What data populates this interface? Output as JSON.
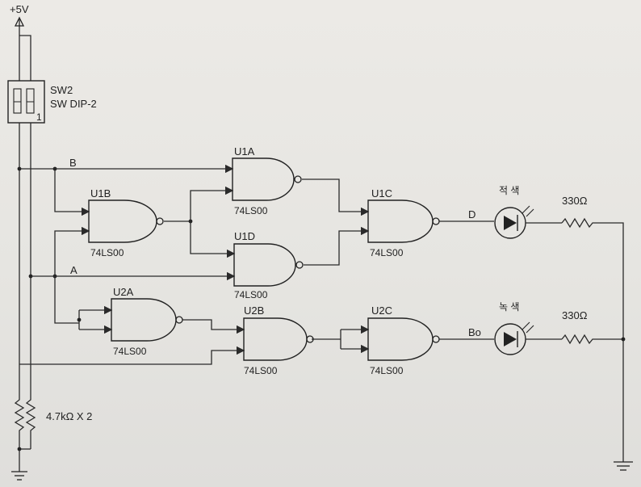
{
  "labels": {
    "vcc": "+5V",
    "sw_ref": "SW2",
    "sw_part": "SW DIP-2",
    "sw_pin": "1",
    "net_b": "B",
    "net_a": "A",
    "net_d": "D",
    "net_bo": "Bo",
    "r_pull": "4.7kΩ X 2",
    "r1": "330Ω",
    "r2": "330Ω",
    "led_red": "적 색",
    "led_green": "녹 색"
  },
  "gates": [
    {
      "ref": "U1A",
      "part": "74LS00"
    },
    {
      "ref": "U1B",
      "part": "74LS00"
    },
    {
      "ref": "U1C",
      "part": "74LS00"
    },
    {
      "ref": "U1D",
      "part": "74LS00"
    },
    {
      "ref": "U2A",
      "part": "74LS00"
    },
    {
      "ref": "U2B",
      "part": "74LS00"
    },
    {
      "ref": "U2C",
      "part": "74LS00"
    }
  ]
}
